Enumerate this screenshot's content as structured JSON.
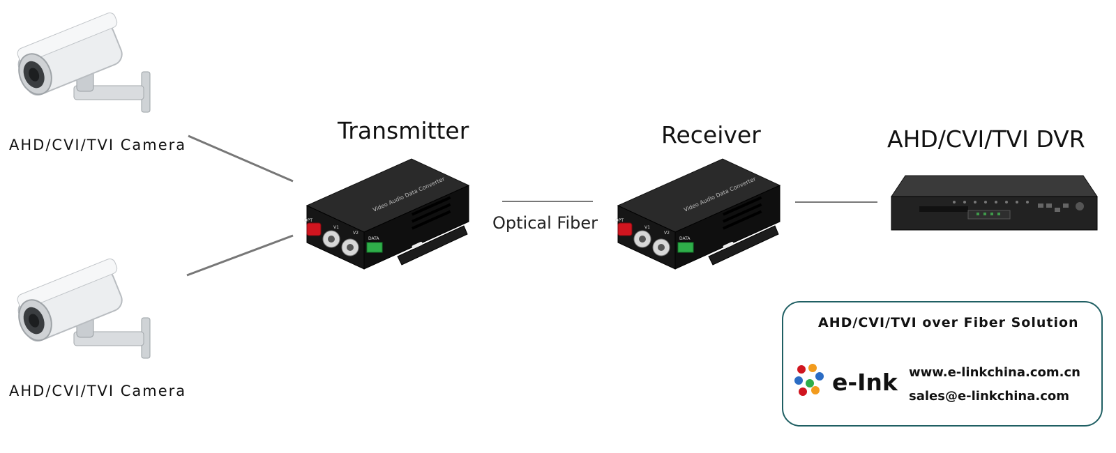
{
  "cameras": [
    {
      "label": "AHD/CVI/TVI Camera"
    },
    {
      "label": "AHD/CVI/TVI Camera"
    }
  ],
  "transmitter": {
    "title": "Transmitter",
    "top_print": "Video Audio Data Converter",
    "ports": {
      "opt": "OPT",
      "v1": "V1",
      "v2": "V2",
      "data": "DATA"
    }
  },
  "link": {
    "label": "Optical Fiber"
  },
  "receiver": {
    "title": "Receiver",
    "top_print": "Video Audio Data Converter",
    "ports": {
      "opt": "OPT",
      "v1": "V1",
      "v2": "V2",
      "data": "DATA"
    }
  },
  "dvr": {
    "title": "AHD/CVI/TVI DVR"
  },
  "info": {
    "title": "AHD/CVI/TVI over Fiber Solution",
    "brand": "e-Ink",
    "website": "www.e-linkchina.com.cn",
    "email": "sales@e-linkchina.com"
  },
  "colors": {
    "line": "#777777",
    "device_body": "#1a1a1a",
    "fiber_port": "#d0151f",
    "data_port": "#2fae4a",
    "box_border": "#1f5f63"
  }
}
